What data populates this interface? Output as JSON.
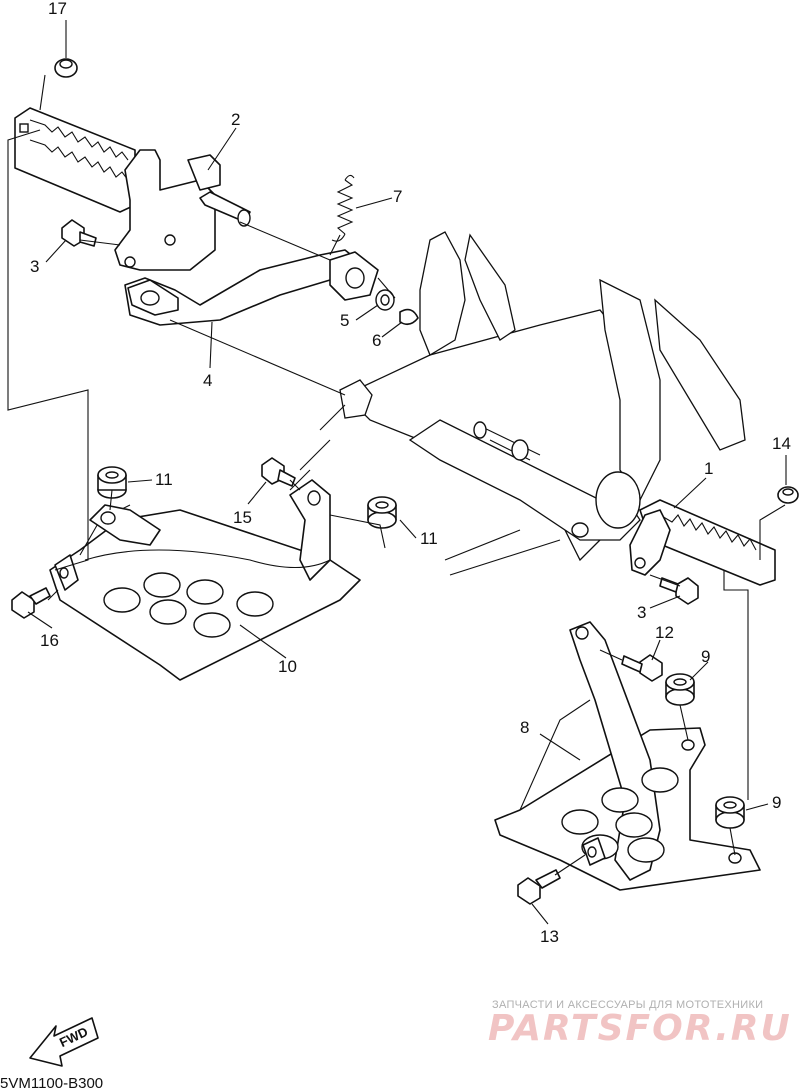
{
  "callouts": [
    {
      "id": "17",
      "label": "17"
    },
    {
      "id": "2",
      "label": "2"
    },
    {
      "id": "7",
      "label": "7"
    },
    {
      "id": "3a",
      "label": "3"
    },
    {
      "id": "5",
      "label": "5"
    },
    {
      "id": "6",
      "label": "6"
    },
    {
      "id": "4",
      "label": "4"
    },
    {
      "id": "1",
      "label": "1"
    },
    {
      "id": "14",
      "label": "14"
    },
    {
      "id": "11a",
      "label": "11"
    },
    {
      "id": "15",
      "label": "15"
    },
    {
      "id": "11b",
      "label": "11"
    },
    {
      "id": "16",
      "label": "16"
    },
    {
      "id": "10",
      "label": "10"
    },
    {
      "id": "3b",
      "label": "3"
    },
    {
      "id": "12",
      "label": "12"
    },
    {
      "id": "9a",
      "label": "9"
    },
    {
      "id": "8",
      "label": "8"
    },
    {
      "id": "9b",
      "label": "9"
    },
    {
      "id": "13",
      "label": "13"
    }
  ],
  "fwd_label": "FWD",
  "diagram_code": "5VM1100-B300",
  "watermark": {
    "tagline": "ЗАПЧАСТИ И АКСЕССУАРЫ ДЛЯ МОТОТЕХНИКИ",
    "brand": "PARTSFOR.RU",
    "color": "#e8a0a0"
  }
}
